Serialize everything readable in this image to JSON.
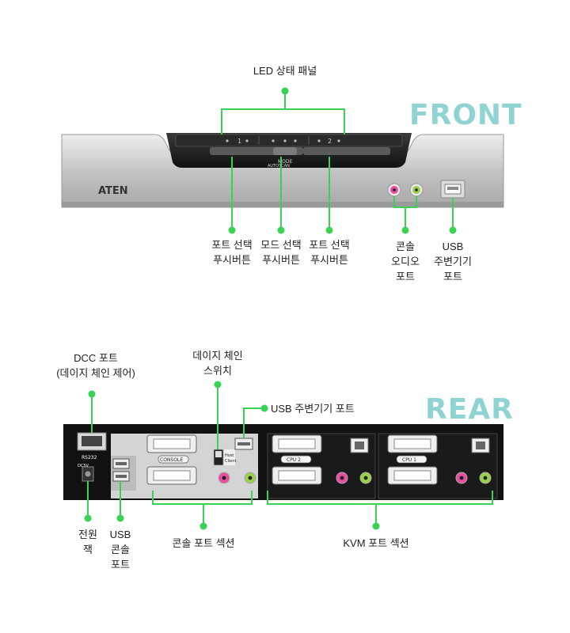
{
  "front": {
    "title": "FRONT",
    "brand": "ATEN",
    "mode_text": "MODE",
    "autoscan_text": "AUTOSCAN",
    "port1_num": "1",
    "port2_num": "2",
    "callouts": {
      "led_panel": "LED 상태 패널",
      "port_btn_left": "포트 선택\n푸시버튼",
      "mode_btn": "모드 선택\n푸시버튼",
      "port_btn_right": "포트 선택\n푸시버튼",
      "audio_port": "콘솔\n오디오\n포트",
      "usb_port": "USB\n주변기기\n포트"
    }
  },
  "rear": {
    "title": "REAR",
    "rs232_text": "RS232",
    "dc_text": "DC5V",
    "console_text": "CONSOLE",
    "host_text": "Host",
    "client_text": "Client",
    "cpu2_text": "CPU 2",
    "cpu1_text": "CPU 1",
    "callouts": {
      "dcc_port": "DCC 포트\n(데이지 체인 제어)",
      "daisy_switch": "데이지 체인\n스위치",
      "usb_peripheral": "USB 주변기기 포트",
      "power_jack": "전원\n잭",
      "usb_console": "USB\n콘솔\n포트",
      "console_section": "콘솔 포트 섹션",
      "kvm_section": "KVM 포트 섹션"
    }
  },
  "colors": {
    "callout_green": "#39d353",
    "title_teal": "#8fd3d3",
    "panel_silver": "#c9c9c9",
    "panel_dark": "#1e1e1e"
  }
}
